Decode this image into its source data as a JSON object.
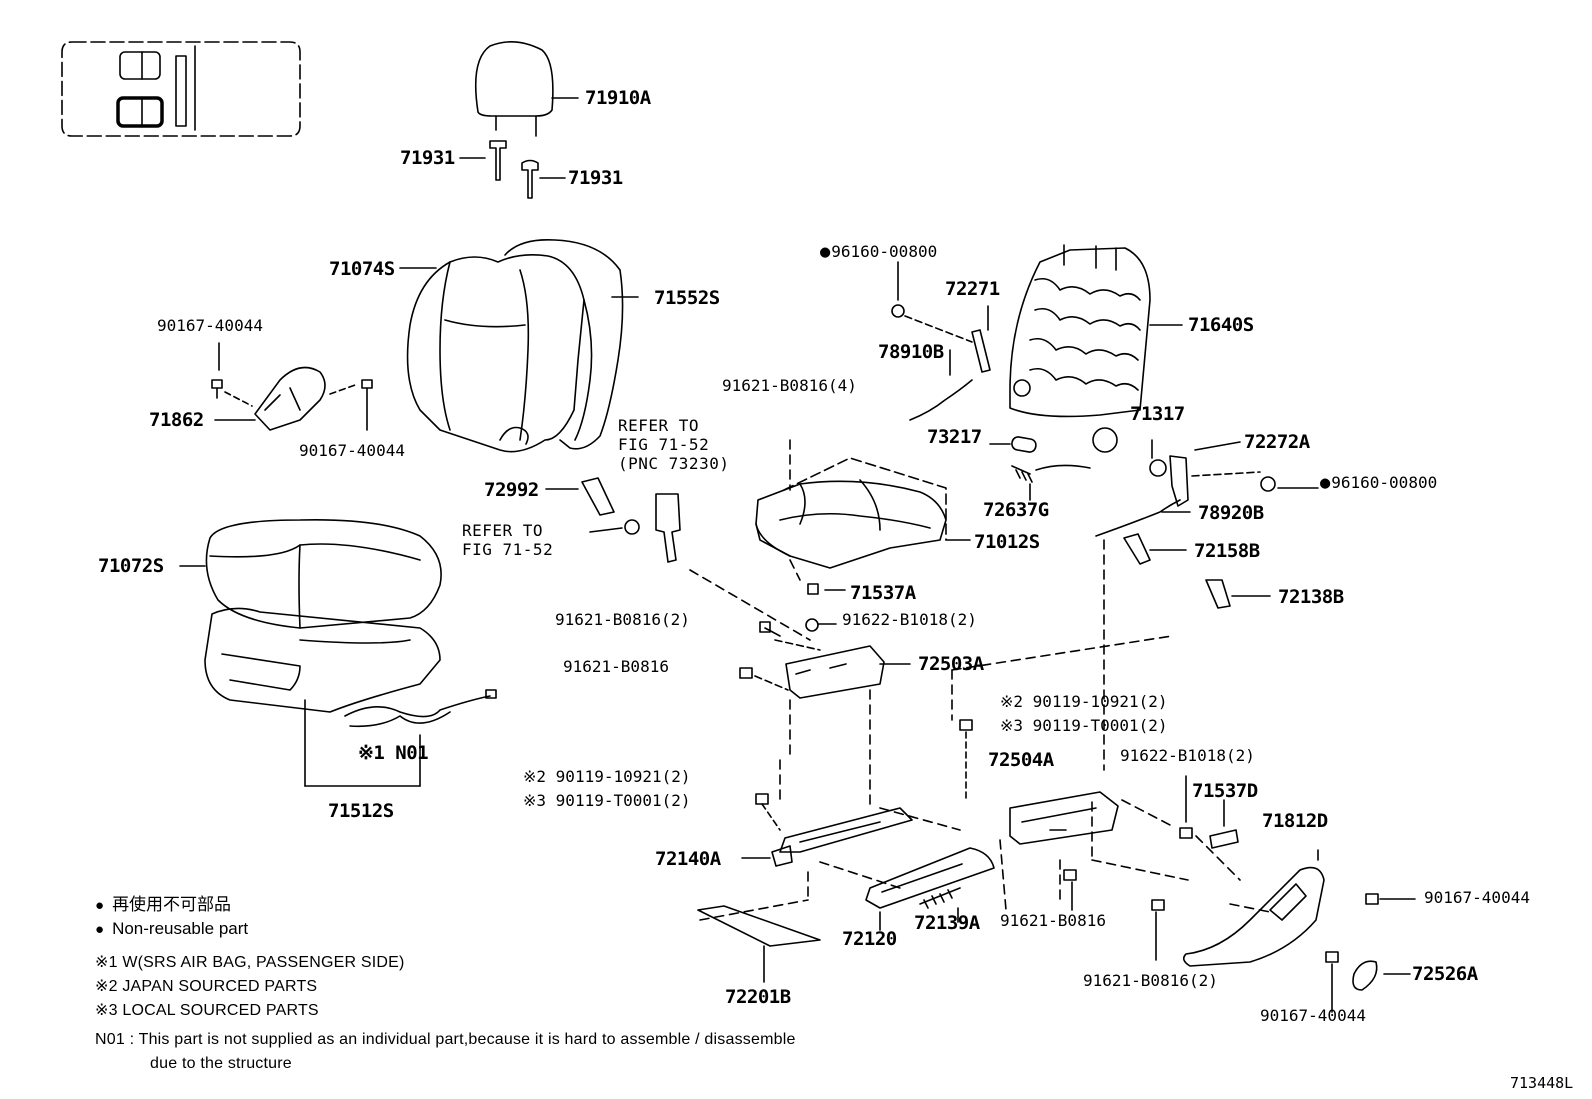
{
  "parts": {
    "p71910A": "71910A",
    "p71931_a": "71931",
    "p71931_b": "71931",
    "p71074S": "71074S",
    "p71552S": "71552S",
    "p90167_a": "90167-40044",
    "p71862": "71862",
    "p90167_b": "90167-40044",
    "p72992": "72992",
    "p71072S": "71072S",
    "pN01": "※1 N01",
    "p71512S": "71512S",
    "p96160_a": "96160-00800",
    "p72271": "72271",
    "p78910B": "78910B",
    "p71640S": "71640S",
    "p91621_4": "91621-B0816(4)",
    "p71317": "71317",
    "p73217": "73217",
    "p72272A": "72272A",
    "p72637G": "72637G",
    "p96160_b": "96160-00800",
    "p78920B": "78920B",
    "p71012S": "71012S",
    "p72158B": "72158B",
    "p71537A": "71537A",
    "p72138B": "72138B",
    "p91621_2a": "91621-B0816(2)",
    "p91622_2a": "91622-B1018(2)",
    "p91621_c": "91621-B0816",
    "p72503A": "72503A",
    "p90119_10921_a": "※2 90119-10921(2)",
    "p90119_T0001_a": "※3 90119-T0001(2)",
    "p72504A": "72504A",
    "p91622_2b": "91622-B1018(2)",
    "p71537D": "71537D",
    "p90119_10921_b": "※2 90119-10921(2)",
    "p90119_T0001_b": "※3 90119-T0001(2)",
    "p71812D": "71812D",
    "p72140A": "72140A",
    "p90167_c": "90167-40044",
    "p72120": "72120",
    "p72139A": "72139A",
    "p91621_d": "91621-B0816",
    "p72526A": "72526A",
    "p72201B": "72201B",
    "p91621_2b": "91621-B0816(2)",
    "p90167_d": "90167-40044"
  },
  "refs": {
    "ref1": "REFER TO\nFIG 71-52\n(PNC 73230)",
    "ref2": "REFER TO\nFIG 71-52"
  },
  "legend": {
    "nonreusable_jp": "再使用不可部品",
    "nonreusable_en": "Non-reusable part",
    "note1": "※1 W(SRS AIR BAG, PASSENGER SIDE)",
    "note2": "※2 JAPAN SOURCED PARTS",
    "note3": "※3 LOCAL SOURCED PARTS",
    "n01_line1": "N01 :  This part is not supplied as an individual part,because it is hard to assemble / disassemble",
    "n01_line2": "due to the structure"
  },
  "figure_id": "713448L"
}
